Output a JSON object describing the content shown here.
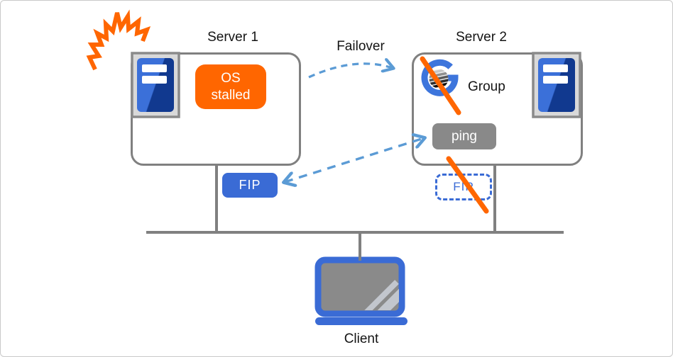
{
  "diagram_title": "Failover diagram: OS stall on Server 1, group activation on Server 2",
  "colors": {
    "orange": "#FF6600",
    "blue": "#3A6BD5",
    "navy": "#16388F",
    "arrow_blue": "#5B9BD5",
    "line_gray": "#808080",
    "box_gray": "#898989",
    "frame_gray": "#D9D9D9"
  },
  "server1": {
    "title": "Server 1",
    "status": "OS stalled",
    "fip_label": "FIP"
  },
  "server2": {
    "title": "Server 2",
    "group_label": "Group",
    "ping_label": "ping",
    "fip_label": "FIP"
  },
  "failover": {
    "label": "Failover"
  },
  "client": {
    "label": "Client"
  },
  "icons": {
    "crash": "crash-burst",
    "server_tower": "server-tower",
    "group_logo": "cluster-group-g-logo",
    "slash": "orange-slash",
    "failover_arrow": "dashed-curved-arrow",
    "ping_arrow": "dashed-double-arrow",
    "laptop": "client-laptop",
    "network": "network-bus-lines"
  }
}
